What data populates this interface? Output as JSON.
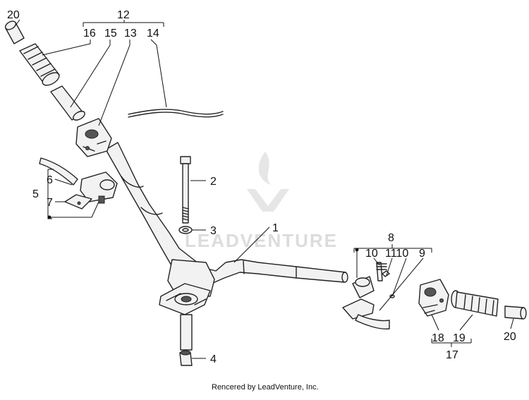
{
  "callouts": {
    "c1": "1",
    "c2": "2",
    "c3": "3",
    "c4": "4",
    "c5": "5",
    "c6": "6",
    "c7": "7",
    "c8": "8",
    "c9": "9",
    "c10": "10",
    "c11_10": "1110",
    "c12": "12",
    "c13": "13",
    "c14": "14",
    "c15": "15",
    "c16": "16",
    "c17": "17",
    "c18": "18",
    "c19": "19",
    "c20_left": "20",
    "c20_right": "20"
  },
  "watermark": "LEADVENTURE",
  "footer": "Rencered by LeadVenture, Inc."
}
